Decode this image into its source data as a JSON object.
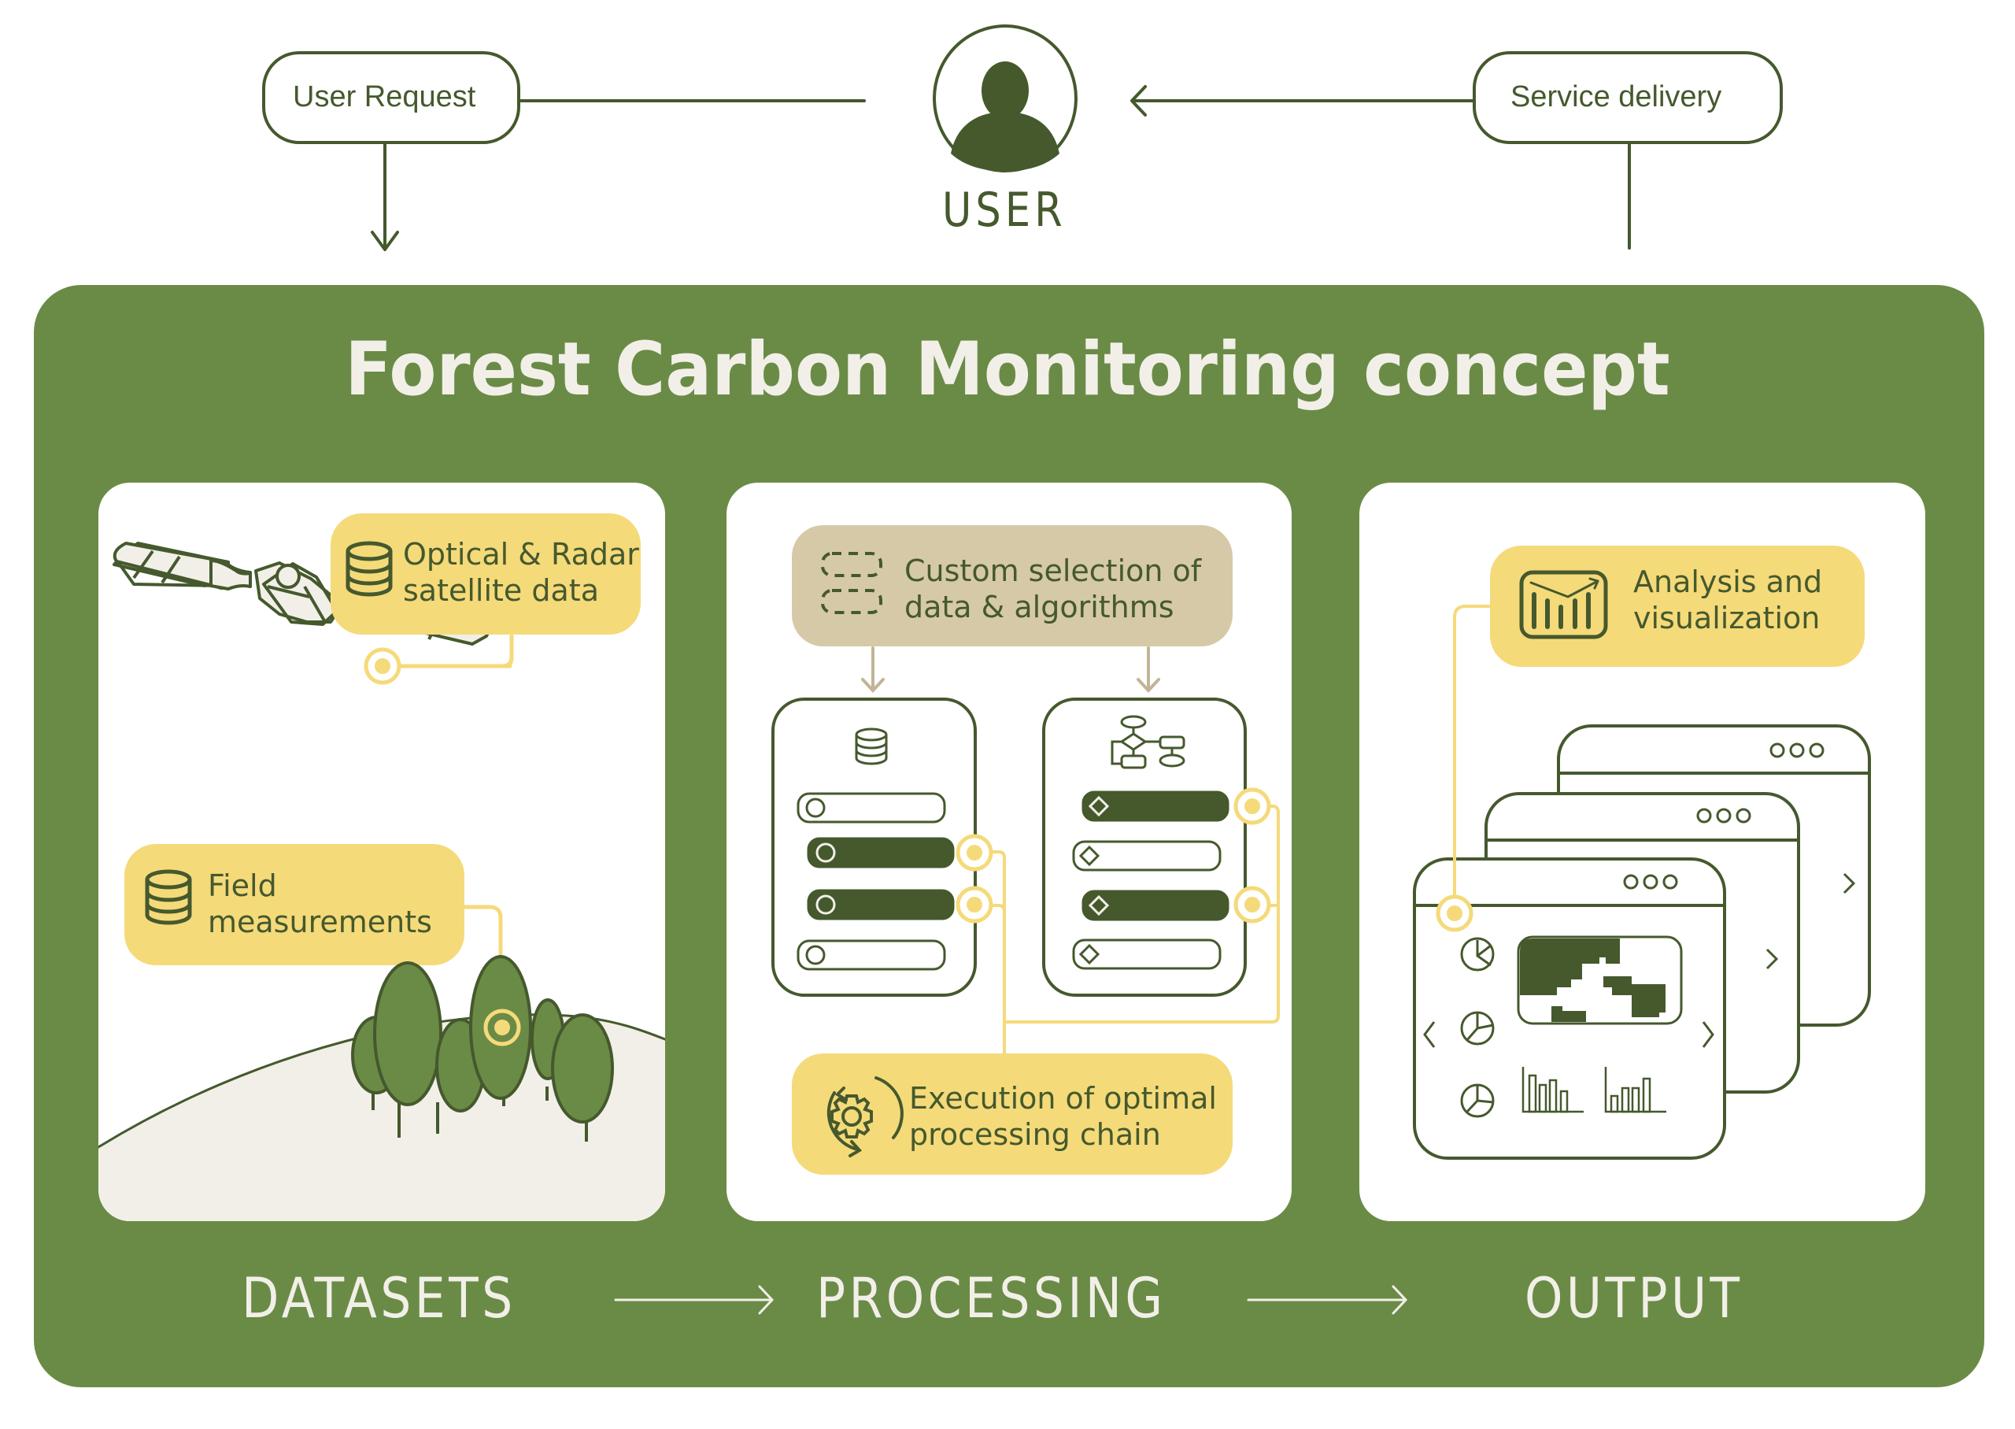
{
  "header": {
    "user_label": "USER",
    "user_request_label": "User Request",
    "service_delivery_label": "Service delivery"
  },
  "main": {
    "title": "Forest Carbon Monitoring concept"
  },
  "datasets": {
    "stage_label": "DATASETS",
    "satellite_box": {
      "line1": "Optical & Radar",
      "line2": "satellite data",
      "icon": "database-icon"
    },
    "field_box": {
      "line1": "Field",
      "line2": "measurements",
      "icon": "database-icon"
    }
  },
  "processing": {
    "stage_label": "PROCESSING",
    "selection_box": {
      "line1": "Custom selection of",
      "line2": "data & algorithms",
      "icon": "dashed-selection-icon"
    },
    "execution_box": {
      "line1": "Execution of optimal",
      "line2": "processing chain",
      "icon": "gear-cycle-icon"
    },
    "data_list": {
      "icon": "database-icon",
      "items_selected": [
        false,
        true,
        true,
        false
      ]
    },
    "algorithm_list": {
      "icon": "flowchart-icon",
      "items_selected": [
        true,
        false,
        true,
        false
      ]
    }
  },
  "output": {
    "stage_label": "OUTPUT",
    "analysis_box": {
      "line1": "Analysis and",
      "line2": "visualization",
      "icon": "bar-chart-trend-icon"
    }
  },
  "colors": {
    "dark_green": "#45592d",
    "panel_green": "#6a8b46",
    "yellow": "#f5da7a",
    "tan": "#d6c9a8",
    "cream": "#f2efe8",
    "white": "#ffffff"
  }
}
